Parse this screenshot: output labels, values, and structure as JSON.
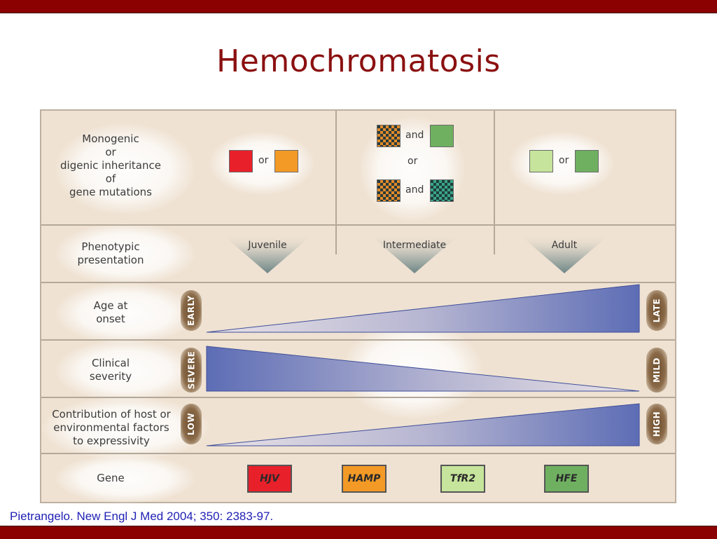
{
  "slide": {
    "title": "Hemochromatosis",
    "citation": "Pietrangelo. New Engl J Med 2004; 350: 2383-97."
  },
  "figure": {
    "rows": {
      "inheritance": [
        "Monogenic",
        "or",
        "digenic inheritance",
        "of",
        "gene mutations"
      ],
      "phenotypic": [
        "Phenotypic",
        "presentation"
      ],
      "age": [
        "Age at",
        "onset"
      ],
      "severity": [
        "Clinical",
        "severity"
      ],
      "contribution": [
        "Contribution of host or",
        "environmental factors",
        "to expressivity"
      ],
      "gene": "Gene"
    },
    "connectors": {
      "or": "or",
      "and": "and"
    },
    "phenotypes": [
      "Juvenile",
      "Intermediate",
      "Adult"
    ],
    "scales": {
      "age": {
        "left": "EARLY",
        "right": "LATE"
      },
      "severity": {
        "left": "SEVERE",
        "right": "MILD"
      },
      "contribution": {
        "left": "LOW",
        "right": "HIGH"
      }
    },
    "genes": [
      {
        "label": "HJV",
        "color": "#e8202a"
      },
      {
        "label": "HAMP",
        "color": "#f39a26"
      },
      {
        "label": "TfR2",
        "color": "#c6e49b"
      },
      {
        "label": "HFE",
        "color": "#6fb060"
      }
    ],
    "colors": {
      "header_bar": "#8b0000",
      "title": "#8b1010",
      "citation": "#1f1fb4",
      "panel_bg": "#efe2d2",
      "wedge": "#5d6db5"
    }
  }
}
